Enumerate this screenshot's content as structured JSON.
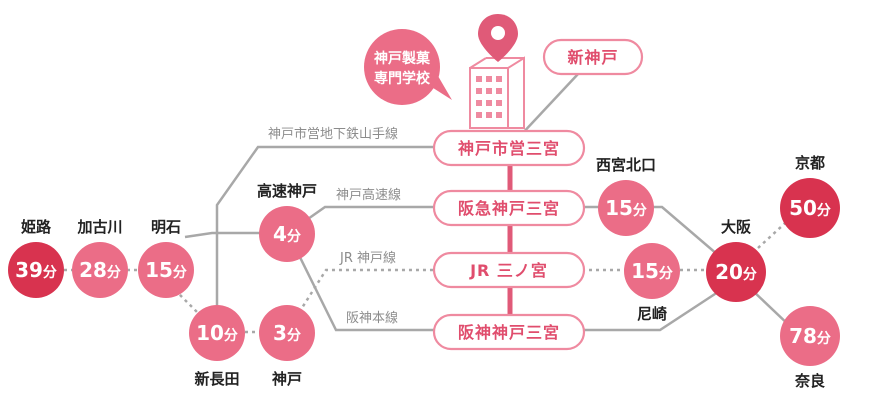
{
  "school": {
    "line1": "神戸製菓",
    "line2": "専門学校"
  },
  "stations": {
    "shin_kobe": "新神戸",
    "sannomiya_subway": "神戸市営三宮",
    "hankyu_sannomiya": "阪急神戸三宮",
    "jr_sannomiya": "JR 三ノ宮",
    "hanshin_sannomiya": "阪神神戸三宮"
  },
  "lines": {
    "subway": "神戸市営地下鉄山手線",
    "hankyu": "神戸高速線",
    "jr": "JR 神戸線",
    "hanshin": "阪神本線"
  },
  "unit": "分",
  "places": [
    {
      "id": "himeji",
      "name": "姫路",
      "minutes": "39",
      "color": "#d8334f"
    },
    {
      "id": "kakogawa",
      "name": "加古川",
      "minutes": "28",
      "color": "#eb6d87"
    },
    {
      "id": "akashi",
      "name": "明石",
      "minutes": "15",
      "color": "#eb6d87"
    },
    {
      "id": "kosoku_kobe",
      "name": "高速神戸",
      "minutes": "4",
      "color": "#eb6d87"
    },
    {
      "id": "shin_nagata",
      "name": "新長田",
      "minutes": "10",
      "color": "#eb6d87"
    },
    {
      "id": "kobe",
      "name": "神戸",
      "minutes": "3",
      "color": "#eb6d87"
    },
    {
      "id": "nishinomiya_kitaguchi",
      "name": "西宮北口",
      "minutes": "15",
      "color": "#eb6d87"
    },
    {
      "id": "amagasaki",
      "name": "尼崎",
      "minutes": "15",
      "color": "#eb6d87"
    },
    {
      "id": "osaka",
      "name": "大阪",
      "minutes": "20",
      "color": "#d8334f"
    },
    {
      "id": "kyoto",
      "name": "京都",
      "minutes": "50",
      "color": "#d8334f"
    },
    {
      "id": "nara",
      "name": "奈良",
      "minutes": "78",
      "color": "#eb6d87"
    }
  ],
  "colors": {
    "accent": "#e05a78",
    "dark_red": "#d8334f",
    "pink": "#eb6d87",
    "line_gray": "#a8a8a8"
  }
}
